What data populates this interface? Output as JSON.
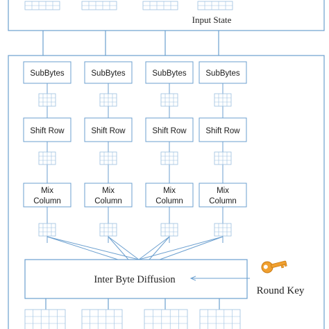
{
  "input": {
    "label": "Input State"
  },
  "columns": [
    {
      "subbytes": "SubBytes",
      "shift": "Shift Row",
      "mix_line1": "Mix",
      "mix_line2": "Column"
    },
    {
      "subbytes": "SubBytes",
      "shift": "Shift Row",
      "mix_line1": "Mix",
      "mix_line2": "Column"
    },
    {
      "subbytes": "SubBytes",
      "shift": "Shift Row",
      "mix_line1": "Mix",
      "mix_line2": "Column"
    },
    {
      "subbytes": "SubBytes",
      "shift": "Shift Row",
      "mix_line1": "Mix",
      "mix_line2": "Column"
    }
  ],
  "diffusion": {
    "label": "Inter Byte Diffusion"
  },
  "round_key": {
    "label": "Round Key",
    "icon": "key-icon"
  },
  "colors": {
    "box_stroke": "#6b9fcf",
    "line": "#6b9fcf",
    "grid_stroke": "#9bbfdf",
    "key": "#f0a030"
  }
}
